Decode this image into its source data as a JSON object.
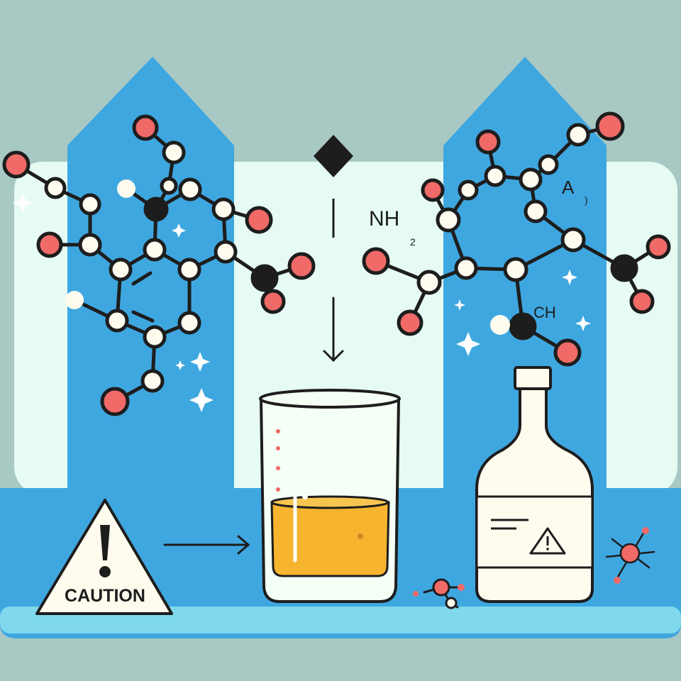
{
  "labels": {
    "caution": "CAUTION",
    "amine": "NH",
    "amine_sub": "2",
    "methine": "CH",
    "atom_a": "A",
    "atom_a_mark": ")"
  },
  "colors": {
    "background": "#a8c8c4",
    "band": "#3fa7e0",
    "band_light": "#e6fbf3",
    "water": "#7fd8ec",
    "oxygen": "#f06a67",
    "atom": "#fffbee",
    "carbon": "#1d1d1d",
    "liquid": "#f6b42f",
    "bottle": "#fffbee"
  },
  "icons": [
    "warning-triangle-icon",
    "diamond-icon",
    "arrow-down-icon",
    "arrow-right-icon",
    "sparkle-icon",
    "beaker-icon",
    "bottle-icon",
    "molecule-icon"
  ]
}
